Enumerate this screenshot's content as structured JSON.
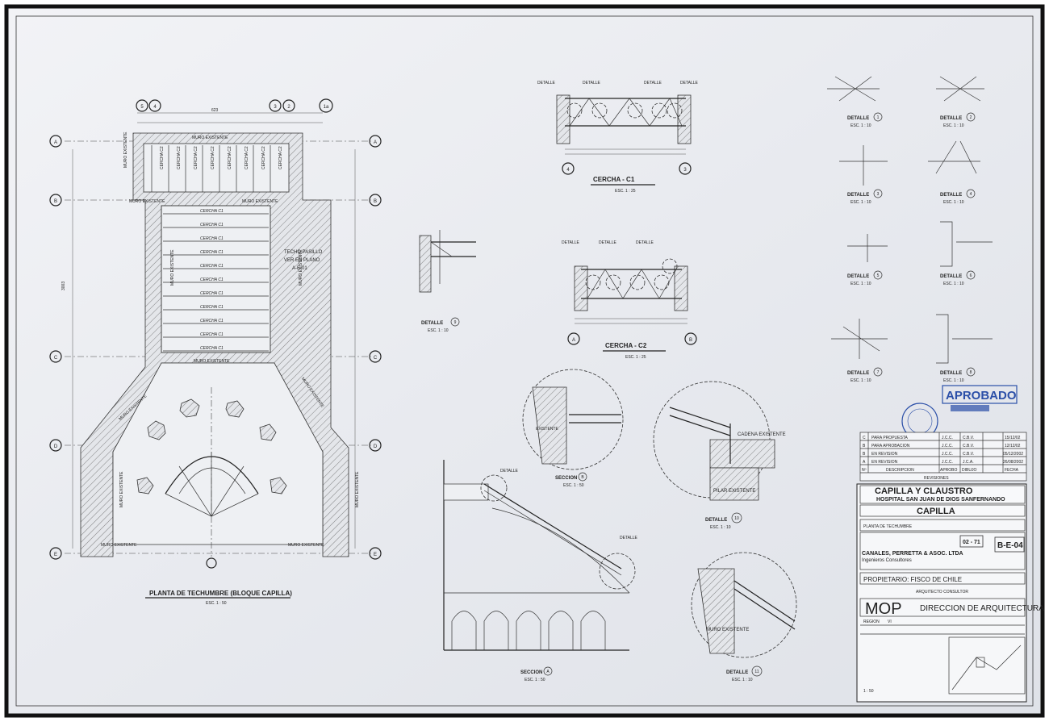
{
  "colors": {
    "paper": "#eceef2",
    "ink": "#222222",
    "frame": "#111111",
    "stamp_blue": "#2b4fa8"
  },
  "plan": {
    "axes_left": [
      "A",
      "B",
      "C",
      "D",
      "E"
    ],
    "axes_right": [
      "A",
      "B",
      "C",
      "D",
      "E"
    ],
    "axes_top": [
      "5",
      "4",
      "3",
      "2",
      "1a"
    ],
    "muro_existente": "MURO EXISTENTE",
    "cercha_c1": "CERCHA C1",
    "cercha_c2": "CERCHA C2",
    "techo_note_1": "TECHO PASILLO",
    "techo_note_2": "VER EN PLANO",
    "techo_note_3": "A-E-01",
    "title": "PLANTA DE TECHUMBRE (BLOQUE CAPILLA)",
    "scale": "ESC. 1 : 50"
  },
  "c1": {
    "title": "CERCHA - C1",
    "scale": "ESC. 1 : 25",
    "axis_left": "4",
    "axis_right": "3",
    "detalle": "DETALLE"
  },
  "c2": {
    "title": "CERCHA - C2",
    "scale": "ESC. 1 : 25",
    "axis_left": "A",
    "axis_right": "B",
    "detalle": "DETALLE"
  },
  "det9": {
    "title": "DETALLE",
    "num": "9",
    "scale": "ESC. 1 : 10"
  },
  "secB": {
    "title": "SECCION",
    "num": "B",
    "scale": "ESC. 1 : 50",
    "existente": "EXISTENTE"
  },
  "det10": {
    "title": "DETALLE",
    "num": "10",
    "scale": "ESC. 1 : 10",
    "cadena": "CADENA EXISTENTE",
    "pilar": "PILAR EXISTENTE"
  },
  "secA": {
    "title": "SECCION",
    "num": "A",
    "scale": "ESC. 1 : 50",
    "detalle11": "DETALLE",
    "detalle12": "DETALLE"
  },
  "det11": {
    "title": "DETALLE",
    "num": "11",
    "scale": "ESC. 1 : 10",
    "muro": "MURO EXISTENTE"
  },
  "details": [
    {
      "num": "1",
      "scale": "ESC. 1 : 10"
    },
    {
      "num": "2",
      "scale": "ESC. 1 : 10"
    },
    {
      "num": "3",
      "scale": "ESC. 1 : 10"
    },
    {
      "num": "4",
      "scale": "ESC. 1 : 10"
    },
    {
      "num": "5",
      "scale": "ESC. 1 : 10"
    },
    {
      "num": "6",
      "scale": "ESC. 1 : 10"
    },
    {
      "num": "7",
      "scale": "ESC. 1 : 10"
    },
    {
      "num": "8",
      "scale": "ESC. 1 : 10"
    }
  ],
  "stamp": {
    "aprobado": "APROBADO"
  },
  "revisions": {
    "rows": [
      {
        "rev": "C",
        "desc": "PARA PROPUESTA",
        "by": "J.C.C.",
        "chk": "C.B.V.",
        "date": "15/12/02"
      },
      {
        "rev": "B",
        "desc": "PARA APROBACION",
        "by": "J.C.C.",
        "chk": "C.B.V.",
        "date": "12/12/02"
      },
      {
        "rev": "B",
        "desc": "EN REVISION",
        "by": "J.C.C.",
        "chk": "C.B.V.",
        "date": "05/12/2002"
      },
      {
        "rev": "A",
        "desc": "EN REVISION",
        "by": "J.C.C.",
        "chk": "J.C.A.",
        "date": "26/08/2002"
      }
    ],
    "header": {
      "n": "Nº",
      "desc": "DESCRIPCION",
      "by": "APROBO",
      "chk": "DIBUJO",
      "date": "FECHA"
    },
    "label": "REVISIONES"
  },
  "title_block": {
    "project": "CAPILLA Y CLAUSTRO",
    "hospital": "HOSPITAL SAN JUAN DE DIOS SANFERNANDO",
    "building": "CAPILLA",
    "content": "PLANTA DE TECHUMBRE",
    "sheet_no": "02 - 71",
    "plan_code": "B-E-04",
    "firm": "CANALES, PERRETTA & ASOC. LTDA",
    "firm_sub": "Ingenieros Consultores",
    "owner": "PROPIETARIO: FISCO DE CHILE",
    "mop": "MOP",
    "direccion": "DIRECCION DE ARQUITECTURA",
    "region": "VI",
    "scale": "1 : 50",
    "arq": "ARQUITECTO CONSULTOR"
  }
}
